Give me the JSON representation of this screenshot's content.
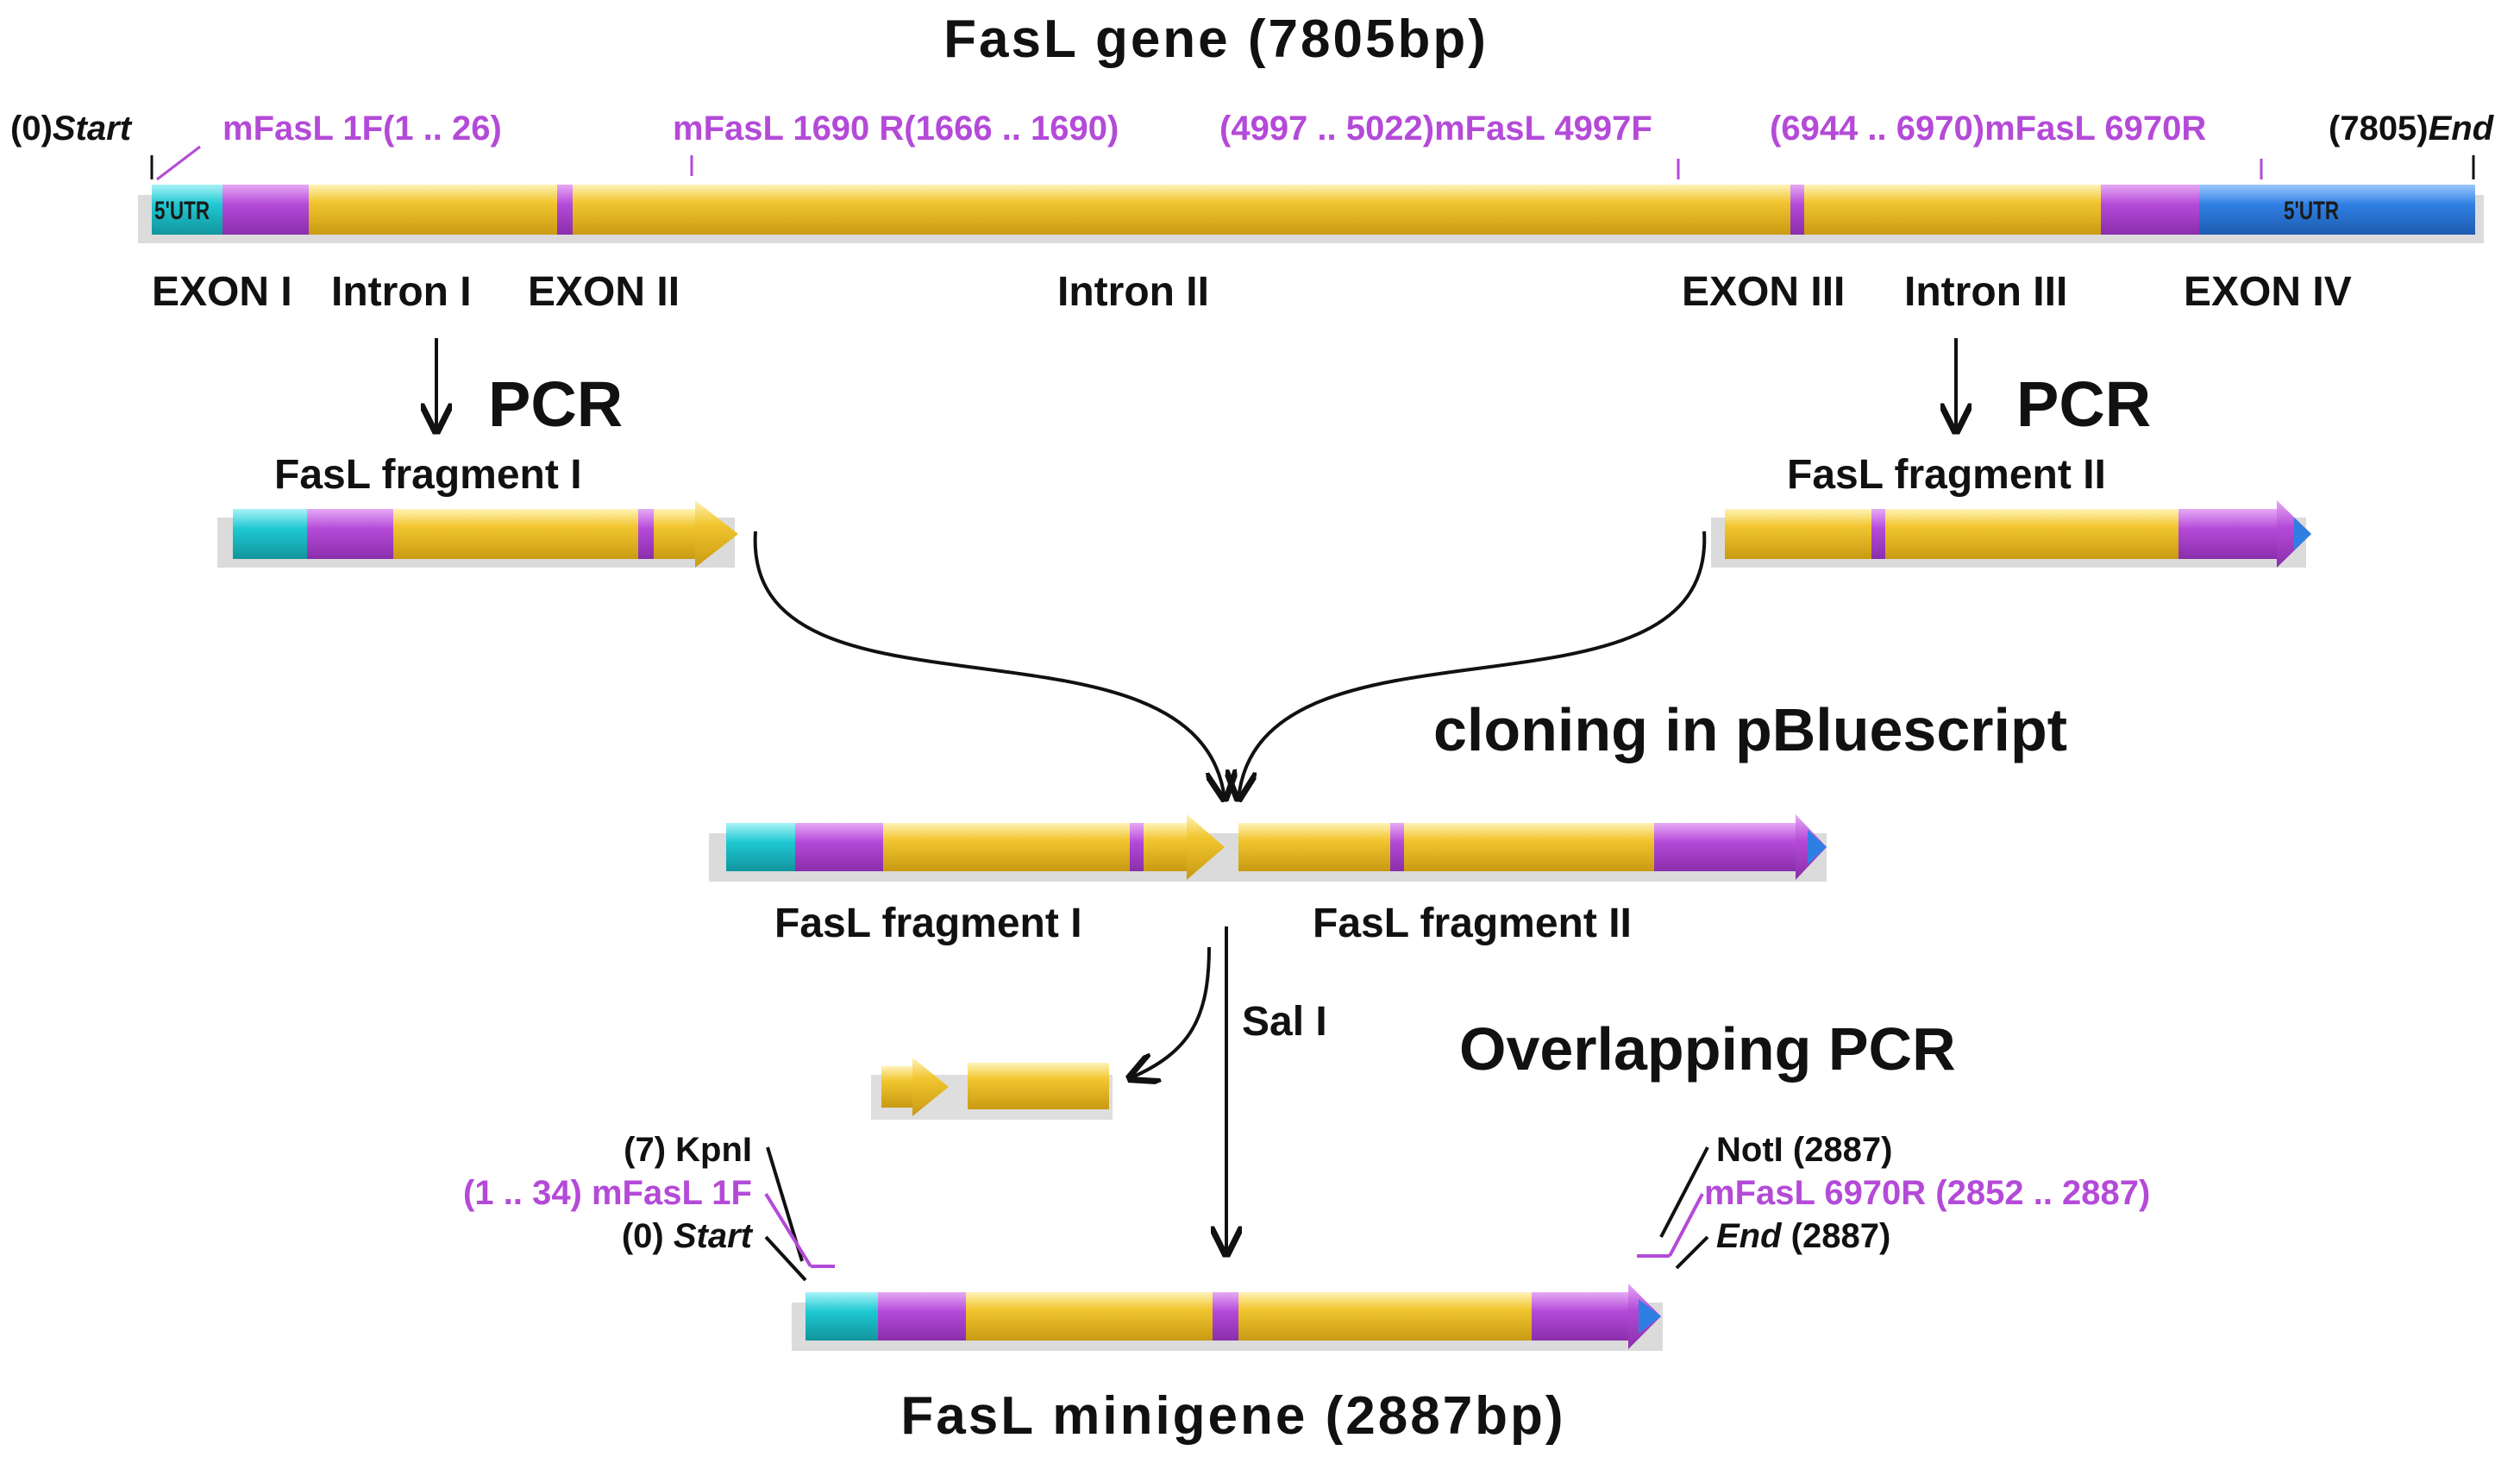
{
  "colors": {
    "intron": "#f0c22a",
    "exon": "#b44ad8",
    "utr5": "#1ec8d2",
    "utr3": "#2f7fe3",
    "primer": "#b44ad8",
    "text": "#111111"
  },
  "title": "FasL gene (7805bp)",
  "gene": {
    "start_label": "(0)",
    "start_word": "Start",
    "end_label": "(7805)",
    "end_word": "End",
    "utr5_label": "5'UTR",
    "utr3_label": "5'UTR",
    "primers": [
      "mFasL 1F(1 .. 26)",
      "mFasL 1690 R(1666 .. 1690)",
      "(4997 .. 5022)mFasL 4997F",
      "(6944 .. 6970)mFasL 6970R"
    ],
    "regions": [
      "EXON I",
      "Intron I",
      "EXON II",
      "Intron II",
      "EXON III",
      "Intron III",
      "EXON IV"
    ]
  },
  "pcr_left": "PCR",
  "pcr_right": "PCR",
  "fragment1_label": "FasL fragment I",
  "fragment2_label": "FasL fragment II",
  "cloning_label": "cloning in pBluescript",
  "cloned_fragment1_label": "FasL fragment I",
  "cloned_fragment2_label": "FasL fragment II",
  "sal_label": "Sal I",
  "overlap_label": "Overlapping PCR",
  "minigene": {
    "left_site": "(7) KpnI",
    "left_primer": "(1 .. 34) mFasL 1F",
    "left_start_num": "(0)",
    "left_start_word": "Start",
    "right_site": "NotI (2887)",
    "right_primer": "mFasL 6970R (2852 .. 2887)",
    "right_end_word": "End",
    "right_end_num": "(2887)"
  },
  "minigene_title": "FasL minigene (2887bp)"
}
